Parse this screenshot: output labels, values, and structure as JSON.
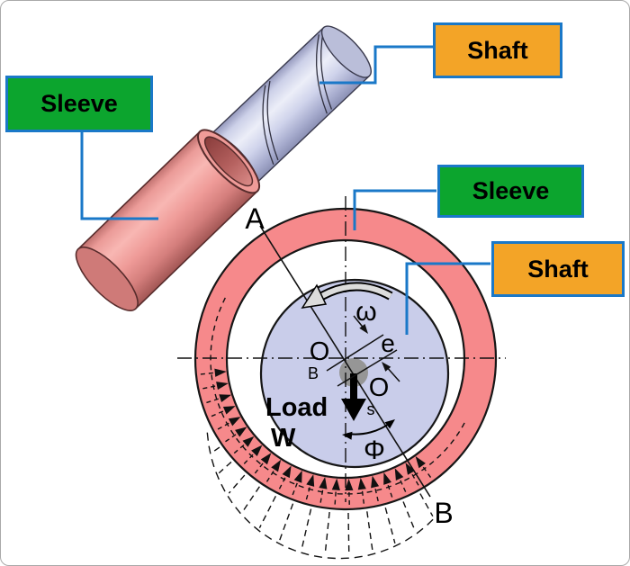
{
  "figure": {
    "exploded_view": {
      "sleeve_label": "Sleeve",
      "shaft_label": "Shaft"
    },
    "section_view": {
      "sleeve_label": "Sleeve",
      "shaft_label": "Shaft"
    },
    "annotations": {
      "point_a": "A",
      "point_b": "B",
      "angular_velocity": "ω",
      "eccentricity": "e",
      "bearing_center": "O",
      "bearing_center_sub": "B",
      "shaft_center": "O",
      "shaft_center_sub": "s",
      "load_word": "Load",
      "load_symbol": "W",
      "attitude_angle": "Φ"
    },
    "colors": {
      "sleeve_pink": "#f6898b",
      "shaft_lavender": "#c9cdea",
      "label_green": "#0ca52e",
      "label_orange": "#f3a427",
      "callout_blue": "#1a78c8"
    }
  }
}
